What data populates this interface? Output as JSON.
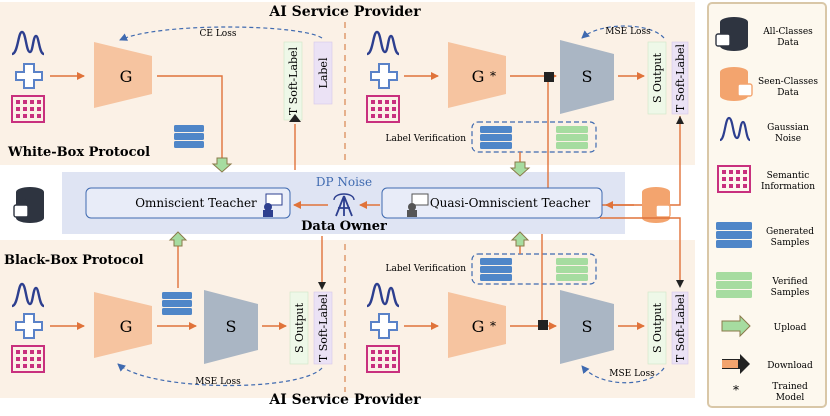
{
  "top_title": "AI Service Provider",
  "bottom_title": "AI Service Provider",
  "white_box": "White-Box Protocol",
  "black_box": "Black-Box Protocol",
  "dp_noise": "DP Noise",
  "data_owner": "Data Owner",
  "omniscient_teacher": "Omniscient Teacher",
  "quasi_teacher": "Quasi-Omniscient Teacher",
  "ce_loss": "CE Loss",
  "mse_loss_tr": "MSE Loss",
  "mse_loss_bl": "MSE Loss",
  "mse_loss_br": "MSE Loss",
  "label_verification_top": "Label Verification",
  "label_verification_bottom": "Label Verification",
  "g": "G",
  "g_star": "G",
  "star": "*",
  "s": "S",
  "t_soft_label": "T Soft-Label",
  "label": "Label",
  "s_output": "S Output",
  "legend": {
    "all_classes": "All-Classes Data",
    "all_classes_l1": "All-Classes",
    "all_classes_l2": "Data",
    "seen_classes_l1": "Seen-Classes",
    "seen_classes_l2": "Data",
    "gaussian_l1": "Gaussian",
    "gaussian_l2": "Noise",
    "semantic_l1": "Semantic",
    "semantic_l2": "Information",
    "generated_l1": "Generated",
    "generated_l2": "Samples",
    "verified_l1": "Verified",
    "verified_l2": "Samples",
    "upload": "Upload",
    "download": "Download",
    "trained_l1": "Trained",
    "trained_l2": "Model"
  },
  "colors": {
    "provider_bg": "#fbf1e6",
    "owner_bg": "#dfe4f3",
    "generator": "#f6c4a0",
    "student": "#aab6c4",
    "soft_label": "#eef8e8",
    "label_box": "#ebe2f5",
    "generated": "#4f86c8",
    "verified": "#a6dca0",
    "arrow": "#e0733a",
    "legend_border": "#d9c7a7",
    "legend_bg": "#fdf8ee"
  }
}
